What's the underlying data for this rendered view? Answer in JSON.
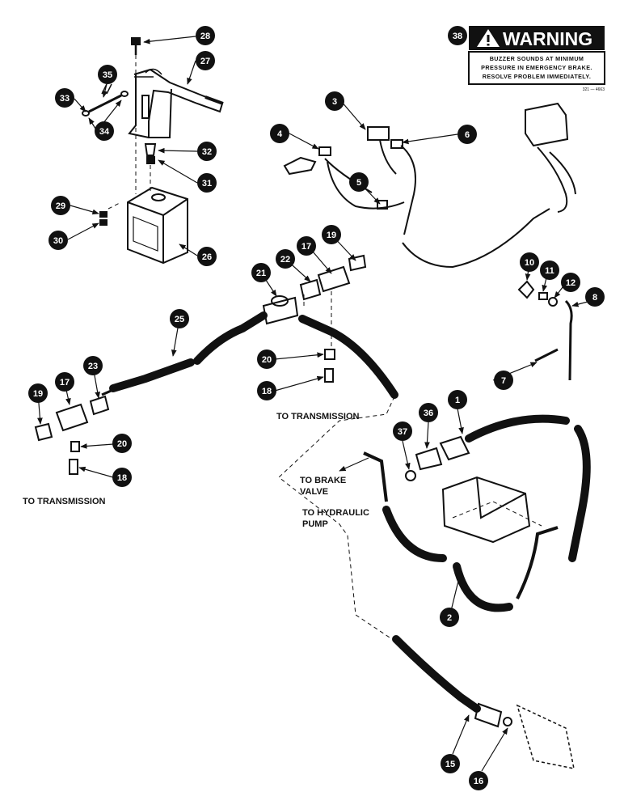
{
  "warning": {
    "callout": "38",
    "title": "WARNING",
    "lines": [
      "BUZZER SOUNDS AT MINIMUM",
      "PRESSURE IN EMERGENCY BRAKE.",
      "RESOLVE PROBLEM IMMEDIATELY."
    ],
    "code": "321 — 4663"
  },
  "callouts": [
    "28",
    "27",
    "35",
    "33",
    "34",
    "32",
    "31",
    "29",
    "30",
    "26",
    "3",
    "4",
    "6",
    "5",
    "19",
    "17",
    "22",
    "21",
    "10",
    "11",
    "12",
    "8",
    "25",
    "23",
    "17",
    "19",
    "20",
    "18",
    "20",
    "18",
    "7",
    "1",
    "36",
    "37",
    "2",
    "15",
    "16"
  ],
  "labels": {
    "to_transmission_center": "TO TRANSMISSION",
    "to_transmission_left": "TO TRANSMISSION",
    "to_brake_valve_1": "TO BRAKE",
    "to_brake_valve_2": "VALVE",
    "to_hydraulic_pump_1": "TO HYDRAULIC",
    "to_hydraulic_pump_2": "PUMP"
  }
}
